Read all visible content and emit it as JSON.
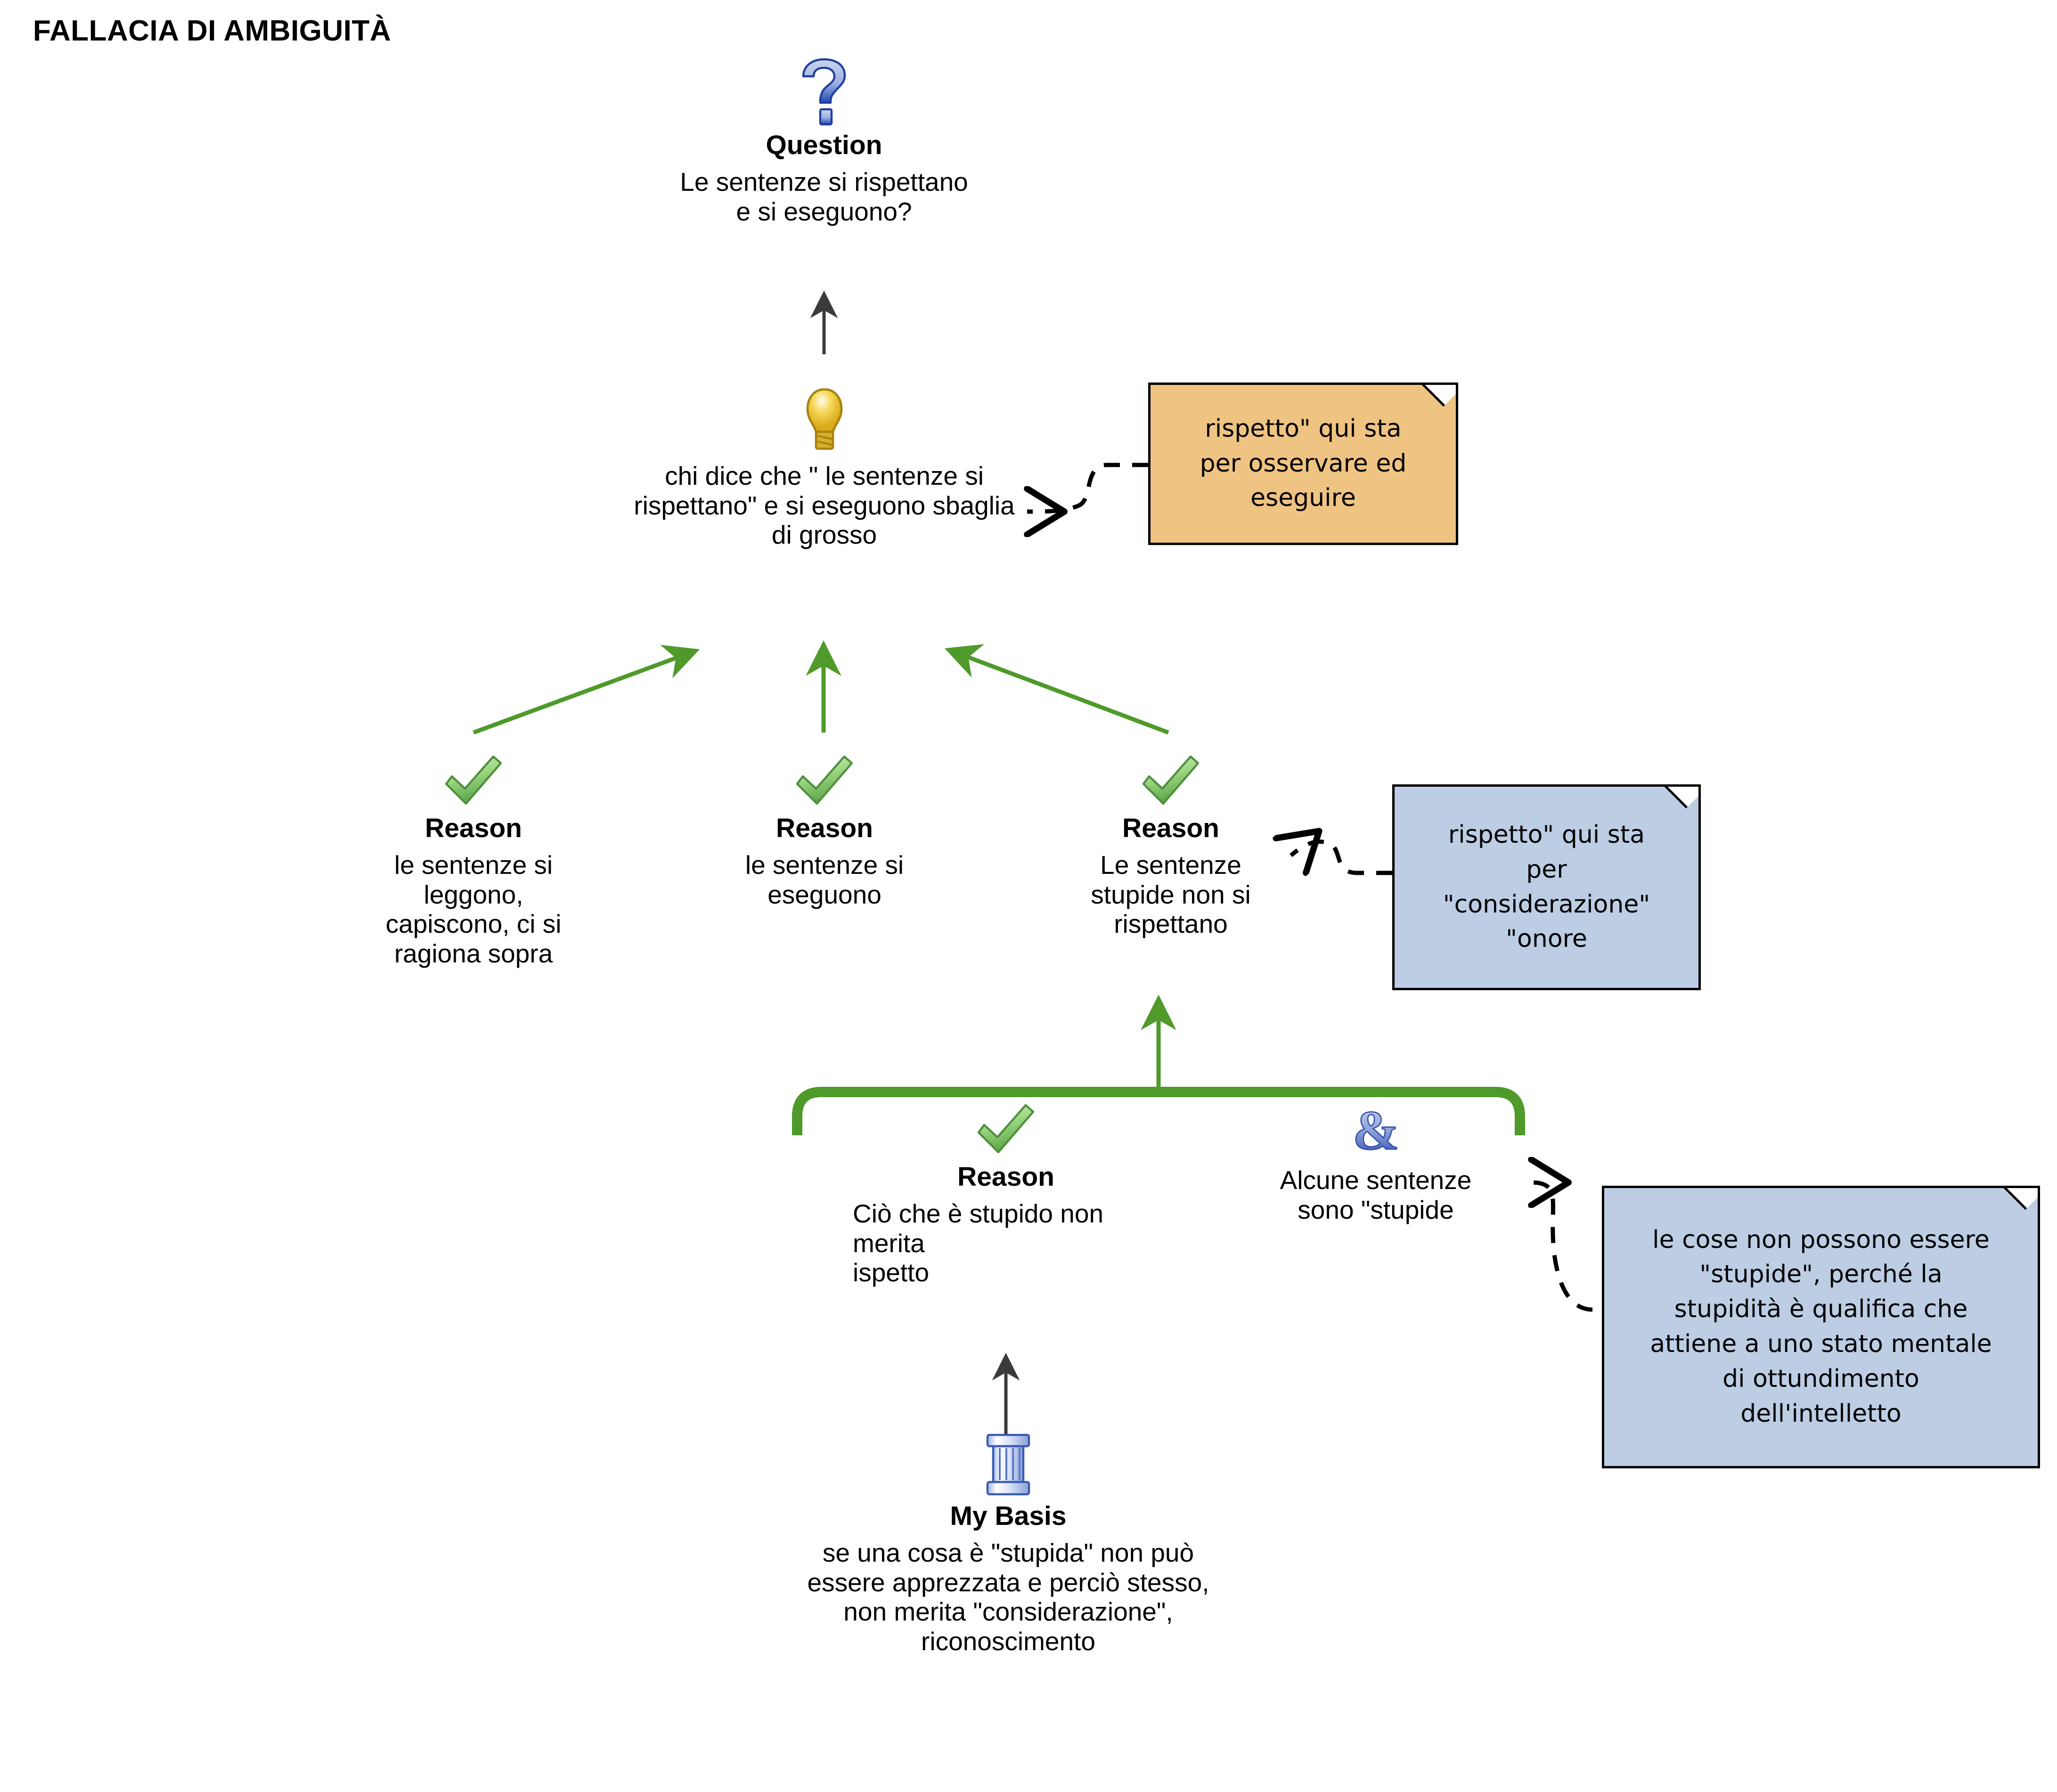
{
  "title": "FALLACIA DI AMBIGUITÀ",
  "colors": {
    "reason_green": "#4f9a2a",
    "note_orange": "#efc382",
    "note_blue": "#bccde4",
    "question_blue": "#2a4fbd",
    "bulb_yellow": "#e8c33a",
    "connector_dark": "#3a3a3a",
    "background": "#ffffff"
  },
  "nodes": {
    "question": {
      "icon": "question-mark-icon",
      "type_label": "Question",
      "text": "Le sentenze si rispettano\ne si eseguono?"
    },
    "main_claim": {
      "icon": "lightbulb-icon",
      "type_label": "",
      "text": "chi dice che \" le sentenze si\nrispettano\" e si eseguono sbaglia\ndi grosso"
    },
    "reason_1": {
      "icon": "green-check-icon",
      "type_label": "Reason",
      "text": "le sentenze si\nleggono,\ncapiscono, ci si\nragiona sopra"
    },
    "reason_2": {
      "icon": "green-check-icon",
      "type_label": "Reason",
      "text": "le sentenze si\neseguono"
    },
    "reason_3": {
      "icon": "green-check-icon",
      "type_label": "Reason",
      "text": "Le sentenze\nstupide non si\nrispettano"
    },
    "reason_4": {
      "icon": "green-check-icon",
      "type_label": "Reason",
      "text": "Ciò che è stupido non\nmerita\nispetto"
    },
    "copremise": {
      "icon": "ampersand-icon",
      "type_label": "",
      "text": "Alcune sentenze\nsono \"stupide"
    },
    "my_basis": {
      "icon": "column-icon",
      "type_label": "My Basis",
      "text": "se una cosa è \"stupida\" non può\nessere apprezzata e perciò stesso,\nnon merita \"considerazione\",\nriconoscimento"
    }
  },
  "notes": {
    "note_1": {
      "color": "orange",
      "text": "rispetto\" qui sta\nper osservare ed\neseguire"
    },
    "note_2": {
      "color": "blue",
      "text": "rispetto\" qui sta\nper\n\"considerazione\"\n\"onore"
    },
    "note_3": {
      "color": "blue",
      "text": "le cose non possono essere\n\"stupide\", perché la\nstupidità è qualifica che\nattiene a uno stato mentale\ndi ottundimento\ndell'intelletto"
    }
  },
  "connectors": [
    {
      "name": "claim-to-question",
      "style": "solid-arrow",
      "color": "#3a3a3a"
    },
    {
      "name": "reason1-to-claim",
      "style": "solid-arrow",
      "color": "#4f9a2a"
    },
    {
      "name": "reason2-to-claim",
      "style": "solid-arrow",
      "color": "#4f9a2a"
    },
    {
      "name": "reason3-to-claim",
      "style": "solid-arrow",
      "color": "#4f9a2a"
    },
    {
      "name": "copremise-bracket-to-reason3",
      "style": "bracket-arrow",
      "color": "#4f9a2a"
    },
    {
      "name": "mybasis-to-reason4",
      "style": "solid-arrow",
      "color": "#3a3a3a"
    },
    {
      "name": "note1-to-claim",
      "style": "dashed-arrow",
      "color": "#000000"
    },
    {
      "name": "note2-to-reason3",
      "style": "dashed-arrow",
      "color": "#000000"
    },
    {
      "name": "note3-to-copremise",
      "style": "dashed-arrow",
      "color": "#000000"
    }
  ]
}
